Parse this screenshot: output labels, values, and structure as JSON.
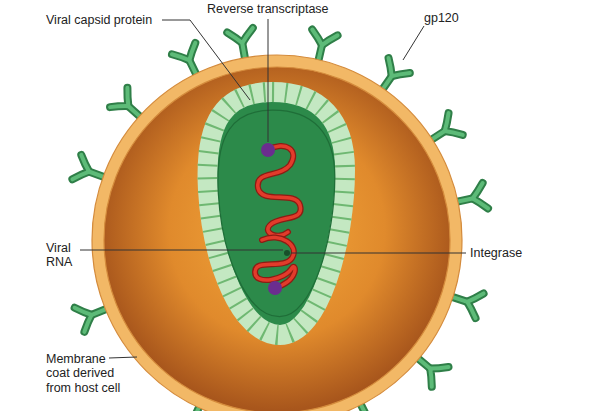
{
  "diagram": {
    "labels": [
      "Reverse transcriptase",
      "Viral capsid protein",
      "gp120",
      "Viral RNA",
      "Integrase",
      "Membrane coat derived from host cell"
    ]
  }
}
